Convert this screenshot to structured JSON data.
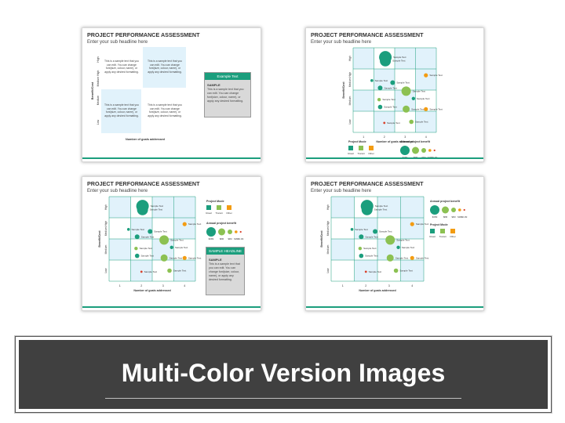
{
  "slides": [
    {
      "title": "PROJECT PERFORMANCE ASSESSMENT",
      "subtitle": "Enter your sub headline here",
      "y_axis_label": "Benefit/Cost",
      "x_axis_label": "Number of goals addressed",
      "y_ticks": [
        "High",
        "Medium High",
        "Medium",
        "Low"
      ],
      "quadrant_text": "This is a sample text that you can edit. You can change font(size, colour, name), or apply any desired formatting.",
      "callout": {
        "header": "Example Text",
        "label": "SAMPLE",
        "body": "This is a sample text that you can edit. You can change font(size, colour, name), or apply any desired formatting."
      }
    },
    {
      "title": "PROJECT PERFORMANCE ASSESSMENT",
      "subtitle": "Enter your sub headline here",
      "y_axis_label": "Benefit/Cost",
      "x_axis_label": "Number of goals addressed",
      "y_ticks": [
        "High",
        "Medium High",
        "Medium",
        "Low"
      ],
      "x_ticks": [
        "1",
        "2",
        "3",
        "4"
      ],
      "point_label": "Sample Text",
      "legend_mode_title": "Project Mode",
      "legend_modes": [
        "Road",
        "Transit",
        "Other"
      ],
      "legend_benefit_title": "Annual project benefit",
      "legend_benefit_sizes": [
        "$15M",
        "$8M",
        "$3M",
        "$1M",
        "$0.1M"
      ]
    },
    {
      "title": "PROJECT PERFORMANCE ASSESSMENT",
      "subtitle": "Enter your sub headline here",
      "y_axis_label": "Benefit/Cost",
      "x_axis_label": "Number of goals addressed",
      "y_ticks": [
        "High",
        "Medium High",
        "Medium",
        "Low"
      ],
      "x_ticks": [
        "1",
        "2",
        "3",
        "4"
      ],
      "point_label": "Sample Text",
      "legend_mode_title": "Project Mode",
      "legend_modes": [
        "Road",
        "Transit",
        "Other"
      ],
      "legend_benefit_title": "Annual project benefit",
      "legend_benefit_sizes": [
        "$15M",
        "$8M",
        "$3M",
        "$1M",
        "$0.1M"
      ],
      "callout": {
        "header": "SAMPLE HEADLINE",
        "label": "SAMPLE",
        "body": "This is a sample text that you can edit. You can change font(size, colour, name), or apply any desired formatting."
      }
    },
    {
      "title": "PROJECT PERFORMANCE ASSESSMENT",
      "subtitle": "Enter your sub headline here",
      "y_axis_label": "Benefit/Cost",
      "x_axis_label": "Number of goals addressed",
      "y_ticks": [
        "High",
        "Medium High",
        "Medium",
        "Low"
      ],
      "x_ticks": [
        "1",
        "2",
        "3",
        "4"
      ],
      "point_label": "Sample Text",
      "legend_benefit_title": "Annual project benefit",
      "legend_benefit_sizes": [
        "$15M",
        "$8M",
        "$3M",
        "$1M",
        "$0.1M"
      ],
      "legend_mode_title": "Project Mode",
      "legend_modes": [
        "Road",
        "Transit",
        "Other"
      ]
    }
  ],
  "colors": {
    "road": "#1b9e7d",
    "transit": "#8cc152",
    "other": "#f39c12",
    "small": "#d9412b",
    "light_cell": "#e1f2fb",
    "grid": "#1b9e7d",
    "banner_bg": "#404040"
  },
  "banner": {
    "title": "Multi-Color Version Images"
  }
}
